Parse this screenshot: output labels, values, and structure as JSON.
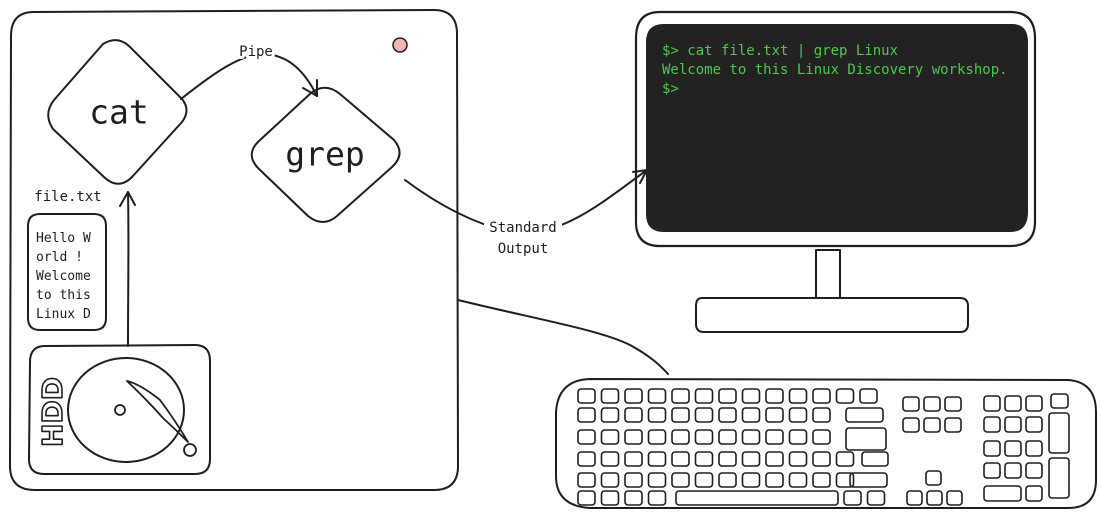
{
  "nodes": {
    "cat": "cat",
    "grep": "grep",
    "hdd": "HDD"
  },
  "edges": {
    "pipe": "Pipe",
    "stdout_line1": "Standard",
    "stdout_line2": "Output"
  },
  "file": {
    "name": "file.txt",
    "content_lines": [
      "Hello W",
      "orld !",
      "Welcome",
      "to this",
      "Linux D"
    ]
  },
  "terminal": {
    "lines": [
      "$> cat file.txt | grep Linux",
      "Welcome to this Linux Discovery workshop.",
      "$>"
    ],
    "text_color": "#4ec94e",
    "background_color": "#222222"
  },
  "indicator": {
    "color": "#f4b5b5"
  }
}
